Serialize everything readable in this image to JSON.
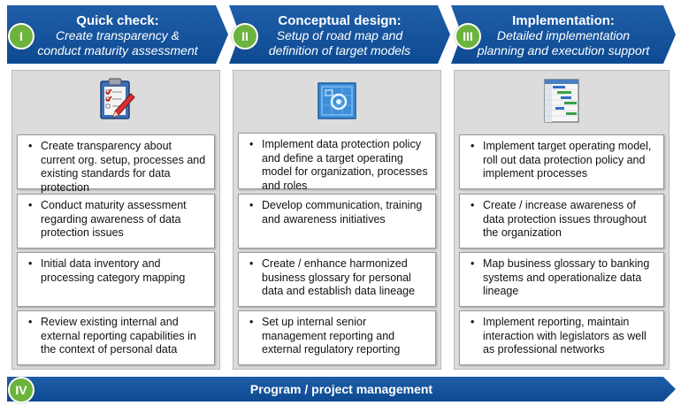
{
  "phases": [
    {
      "numeral": "I",
      "title": "Quick check:",
      "subtitle_line1": "Create transparency &",
      "subtitle_line2": "conduct maturity assessment",
      "icon": "checklist-clipboard-icon",
      "items": [
        "Create transparency about current org. setup, processes and existing standards for data protection",
        "Conduct maturity assessment regarding awareness of data protection issues",
        "Initial data inventory and processing category mapping",
        "Review existing internal and external reporting capabilities in the context of personal data"
      ]
    },
    {
      "numeral": "II",
      "title": "Conceptual design:",
      "subtitle_line1": "Setup of road map and",
      "subtitle_line2": "definition of target models",
      "icon": "blueprint-gear-icon",
      "items": [
        "Implement data protection policy and define a target operating model for organization, processes and roles",
        "Develop communication, training and awareness initiatives",
        "Create / enhance harmonized business glossary for personal data and establish data lineage",
        "Set up internal senior management reporting and external regulatory reporting"
      ]
    },
    {
      "numeral": "III",
      "title": "Implementation:",
      "subtitle_line1": "Detailed implementation",
      "subtitle_line2": "planning and execution support",
      "icon": "gantt-chart-icon",
      "items": [
        "Implement target operating model, roll out data protection policy and implement processes",
        "Create / increase awareness of data protection issues throughout the organization",
        "Map business glossary to banking systems and operationalize data lineage",
        "Implement reporting, maintain interaction with legislators as well as professional networks"
      ]
    }
  ],
  "program": {
    "numeral": "IV",
    "label": "Program / project management"
  },
  "colors": {
    "header_blue": "#0d4a92",
    "badge_green": "#6cb33e",
    "column_gray": "#dcdcdc"
  }
}
